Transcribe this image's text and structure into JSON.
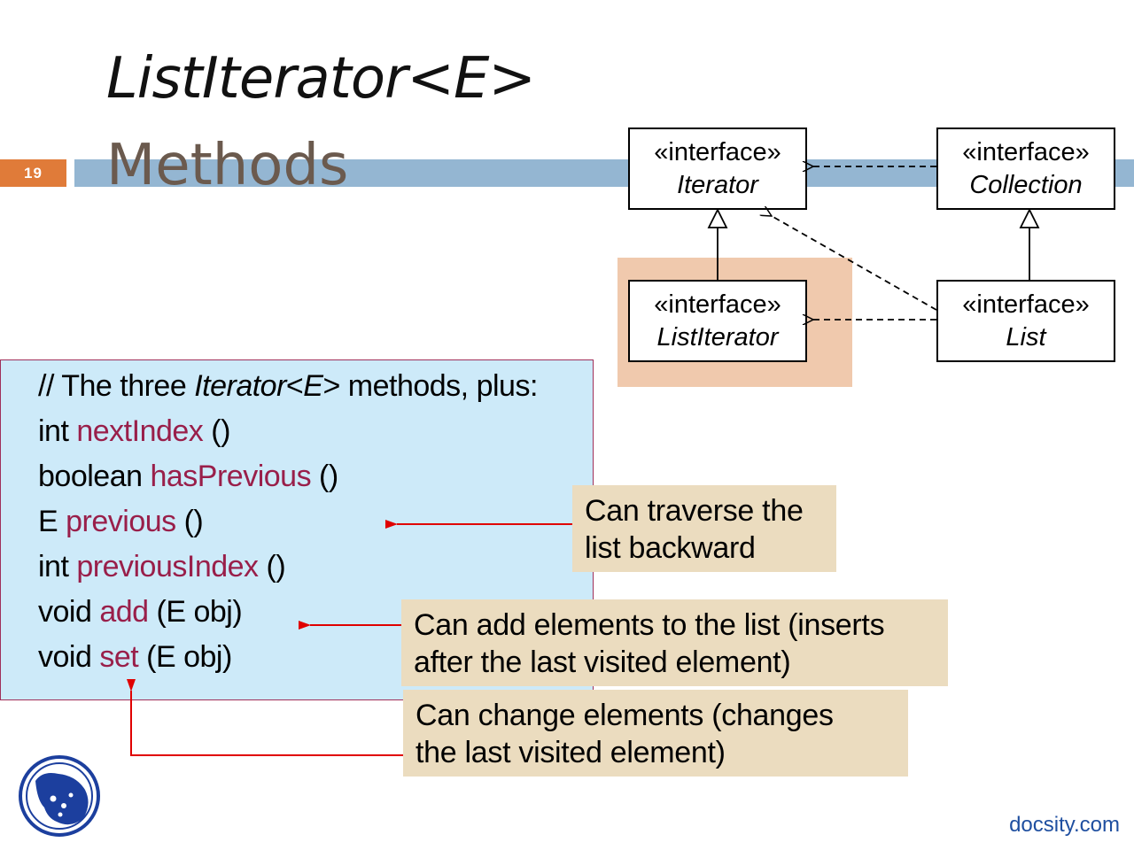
{
  "slide": {
    "title_line1": "ListIterator<E>",
    "title_line2": "Methods",
    "number": "19"
  },
  "diagram": {
    "stereotype": "«interface»",
    "iterator": "Iterator",
    "collection": "Collection",
    "listiterator": "ListIterator",
    "list": "List"
  },
  "code": {
    "comment_prefix": "// The three ",
    "comment_iterator": "Iterator",
    "comment_lt": "<",
    "comment_e": "E",
    "comment_suffix": "> methods, plus:",
    "lines": [
      {
        "type": "int ",
        "name": "nextIndex",
        "params": " ()"
      },
      {
        "type": "boolean ",
        "name": "hasPrevious",
        "params": " ()"
      },
      {
        "type": "E ",
        "name": "previous",
        "params": " ()"
      },
      {
        "type": "int ",
        "name": "previousIndex",
        "params": " ()"
      },
      {
        "type": "void ",
        "name": "add",
        "params": " (E obj)"
      },
      {
        "type": "void ",
        "name": "set",
        "params": " (E obj)"
      }
    ]
  },
  "notes": {
    "traverse_line1": "Can traverse the",
    "traverse_line2": "list backward",
    "add_line1": "Can add elements to the list (inserts",
    "add_line2": "after the last visited element)",
    "change_line1": "Can change elements (changes",
    "change_line2": "the last visited element)"
  },
  "footer": {
    "site": "docsity.com"
  },
  "colors": {
    "accent_orange": "#e07b39",
    "title_bar": "#94b6d2",
    "method_name": "#991f4a",
    "code_background": "#cdeaf9",
    "note_background": "#ebdcbf",
    "arrow": "#e00000"
  }
}
